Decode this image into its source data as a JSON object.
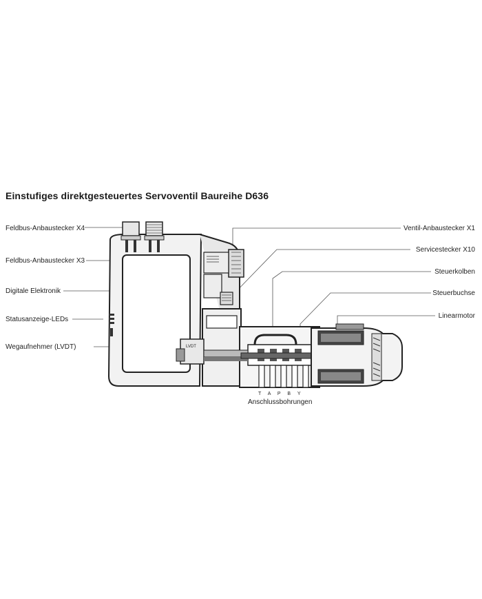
{
  "title": "Einstufiges direktgesteuertes Servoventil Baureihe D636",
  "labels_left": {
    "feldbus_x4": "Feldbus-Anbaustecker X4",
    "feldbus_x3": "Feldbus-Anbaustecker X3",
    "digitale_elektronik": "Digitale Elektronik",
    "statusanzeige_leds": "Statusanzeige-LEDs",
    "wegaufnehmer": "Wegaufnehmer (LVDT)"
  },
  "labels_right": {
    "ventil_x1": "Ventil-Anbaustecker X1",
    "servicestecker_x10": "Servicestecker X10",
    "steuerkolben": "Steuerkolben",
    "steuerbuchse": "Steuerbuchse",
    "linearmotor": "Linearmotor"
  },
  "ports": "T A P B Y",
  "anschluss": "Anschlussbohrungen",
  "lvdt_tag": "LVDT"
}
